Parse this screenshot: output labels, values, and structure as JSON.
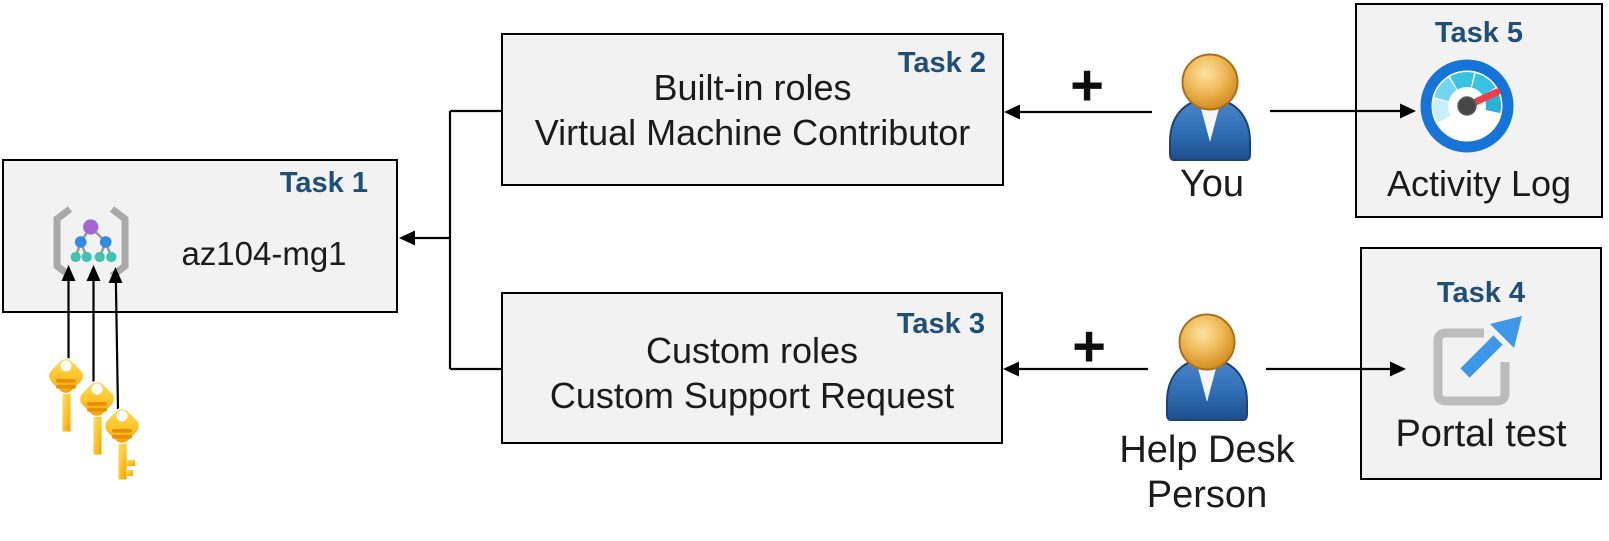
{
  "boxes": {
    "task1": {
      "label": "Task 1",
      "name": "az104-mg1",
      "icon": "management-group-icon"
    },
    "task2": {
      "label": "Task 2",
      "line1": "Built-in roles",
      "line2": "Virtual Machine Contributor"
    },
    "task3": {
      "label": "Task 3",
      "line1": "Custom roles",
      "line2": "Custom Support Request"
    },
    "task4": {
      "label": "Task 4",
      "caption": "Portal test",
      "icon": "external-link-icon"
    },
    "task5": {
      "label": "Task 5",
      "caption": "Activity Log",
      "icon": "gauge-icon"
    }
  },
  "actors": {
    "you": {
      "label": "You",
      "icon": "person-icon"
    },
    "help_desk": {
      "label_line1": "Help Desk",
      "label_line2": "Person",
      "icon": "person-icon"
    }
  },
  "symbols": {
    "plus": "+",
    "keys_icon": "key-icon",
    "key_count": 3
  },
  "colors": {
    "background": "#ffffff",
    "box_fill": "#f2f2f2",
    "box_border": "#000000",
    "task_label": "#1f4e79",
    "body_text": "#1b1b1b",
    "arrow": "#000000",
    "key_gold": "#ffc52b",
    "key_ridge": "#e68f00",
    "person_blue": "#2e6db4",
    "person_head_gold": "#e9a83f",
    "gauge_ring_blue": "#1673d8",
    "gauge_segment_teal": "#38c3e4",
    "gauge_needle_red": "#ee3d47",
    "portal_arrow_blue": "#3f97e8",
    "portal_bracket_gray": "#bcbcbc",
    "mgmt_purple": "#a266d8",
    "mgmt_blue": "#2e8ce8",
    "mgmt_teal": "#3dc3ae",
    "mgmt_bracket_gray": "#a9a9a9"
  }
}
